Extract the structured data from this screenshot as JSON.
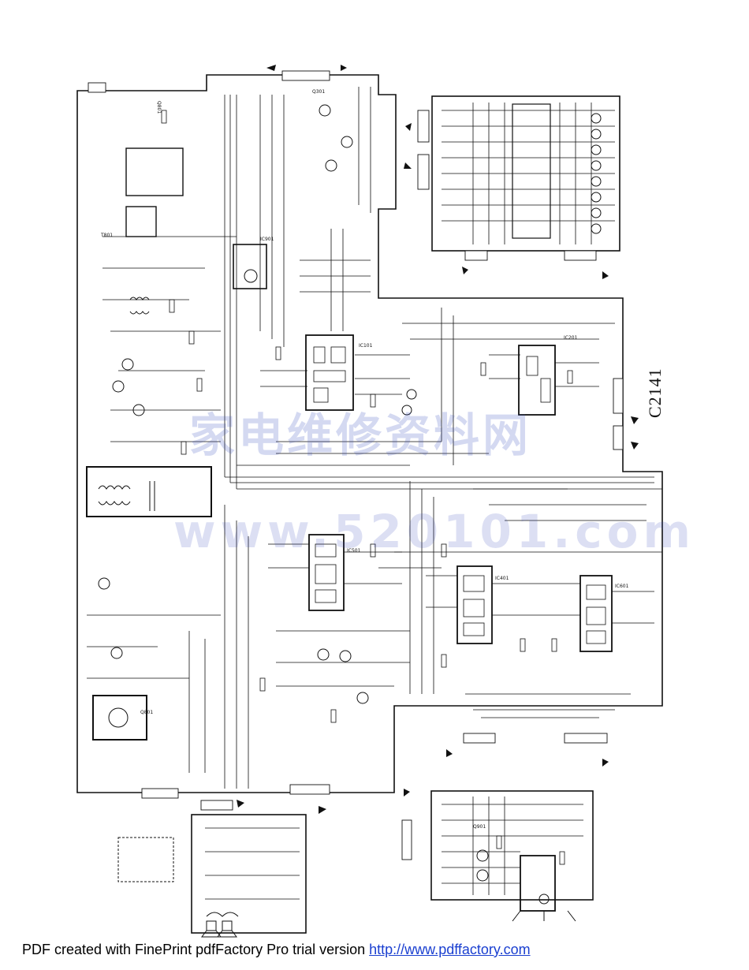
{
  "model_label": "C2141",
  "watermark": {
    "chinese": "家电维修资料网",
    "url": "www.520101.com"
  },
  "footer": {
    "prefix": "PDF created with FinePrint pdfFactory Pro trial version ",
    "link_text": "http://www.pdffactory.com"
  },
  "colors": {
    "ink": "#111111",
    "watermark": "#3c50be",
    "link": "#1a3fd0"
  }
}
